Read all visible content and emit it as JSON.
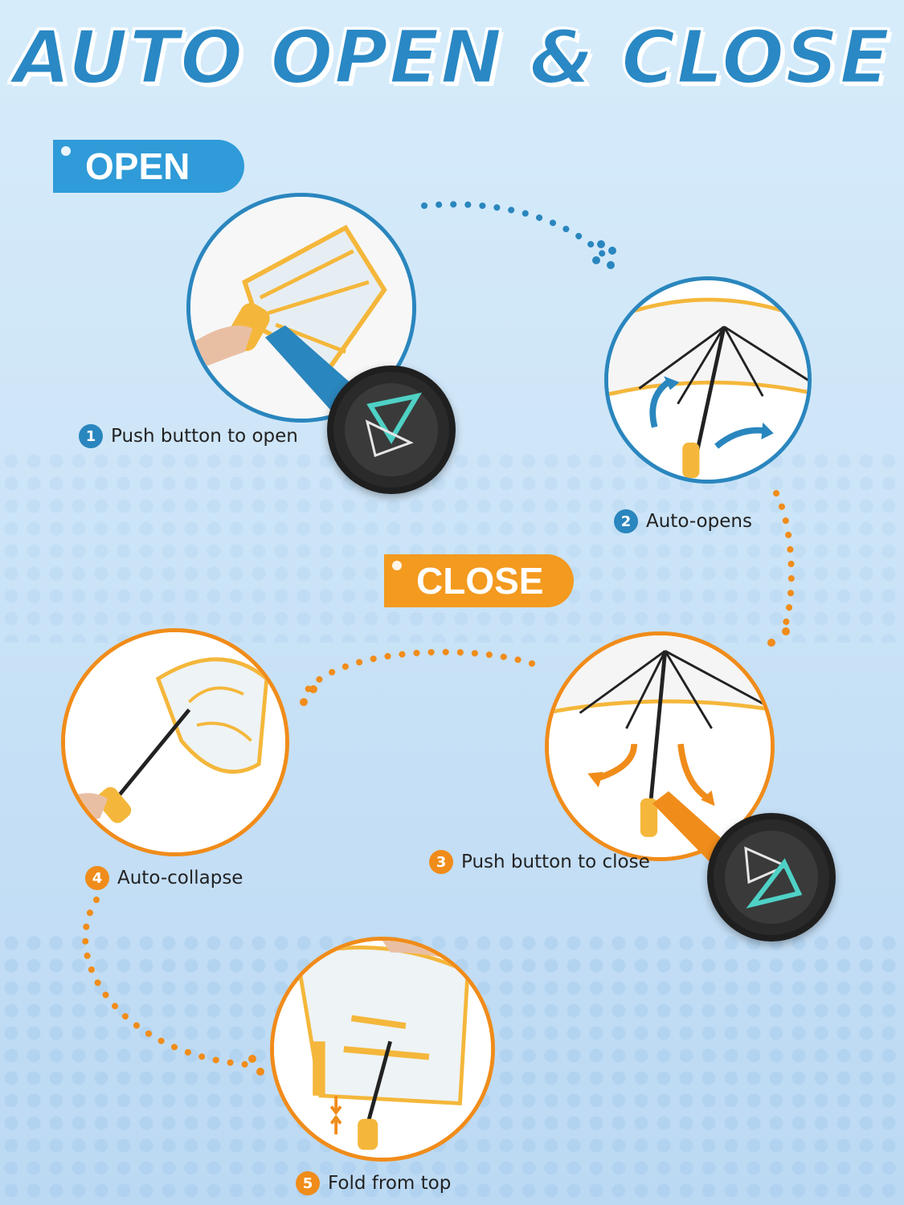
{
  "headline": "AUTO OPEN & CLOSE",
  "sections": {
    "open_label": "OPEN",
    "close_label": "CLOSE"
  },
  "steps": [
    {
      "number": "1",
      "text": "Push button to open"
    },
    {
      "number": "2",
      "text": "Auto-opens"
    },
    {
      "number": "3",
      "text": "Push button to close"
    },
    {
      "number": "4",
      "text": "Auto-collapse"
    },
    {
      "number": "5",
      "text": "Fold from top"
    }
  ],
  "colors": {
    "open_accent": "#2f9bd8",
    "close_accent": "#f39a1f",
    "umbrella_trim": "#f4b73b",
    "button_glyph": "#4fd1c5"
  },
  "icons": [
    "dotted-arrow-icon",
    "curved-arrow-icon",
    "triangle-button-icon"
  ]
}
